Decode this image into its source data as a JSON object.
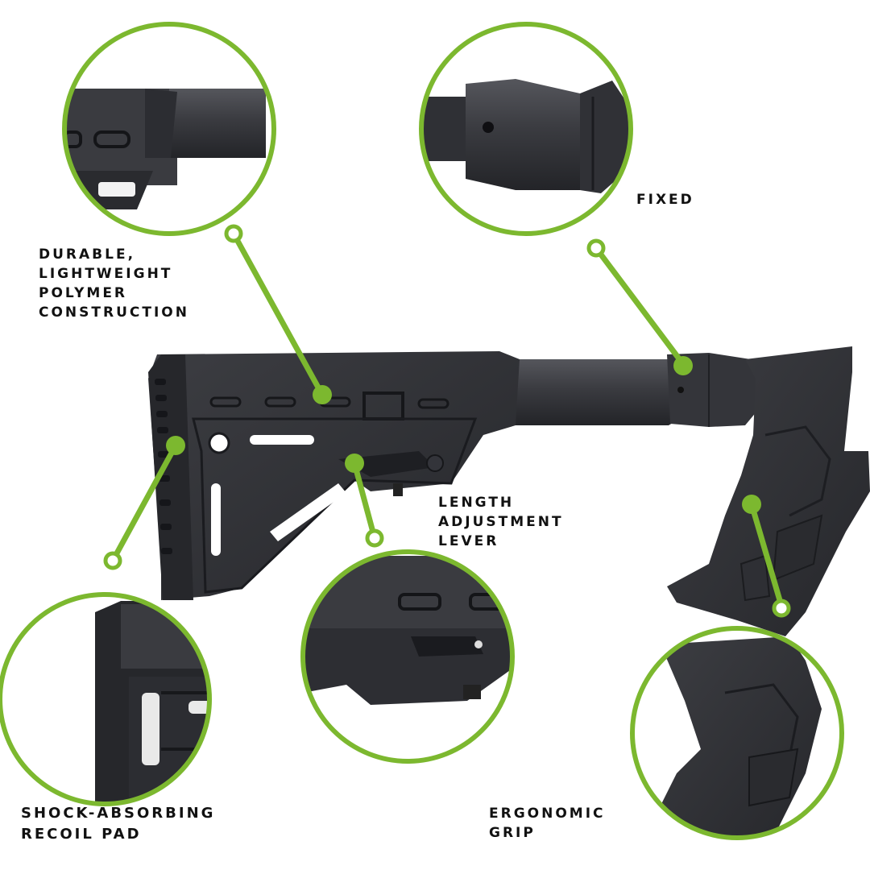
{
  "colors": {
    "accent": "#7cb82f",
    "polymer_dark": "#2b2c30",
    "polymer_mid": "#3a3b40",
    "polymer_light": "#55565c",
    "background": "#ffffff",
    "label_text": "#111111"
  },
  "callouts": {
    "durable": {
      "lines": [
        "Durable,",
        "Lightweight",
        "Polymer",
        "Construction"
      ]
    },
    "fixed": {
      "lines": [
        "Fixed"
      ]
    },
    "length": {
      "lines": [
        "Length",
        "Adjustment",
        "Lever"
      ]
    },
    "recoil": {
      "lines": [
        "Shock-Absorbing",
        "Recoil Pad"
      ]
    },
    "grip": {
      "lines": [
        "Ergonomic",
        "Grip"
      ]
    }
  }
}
